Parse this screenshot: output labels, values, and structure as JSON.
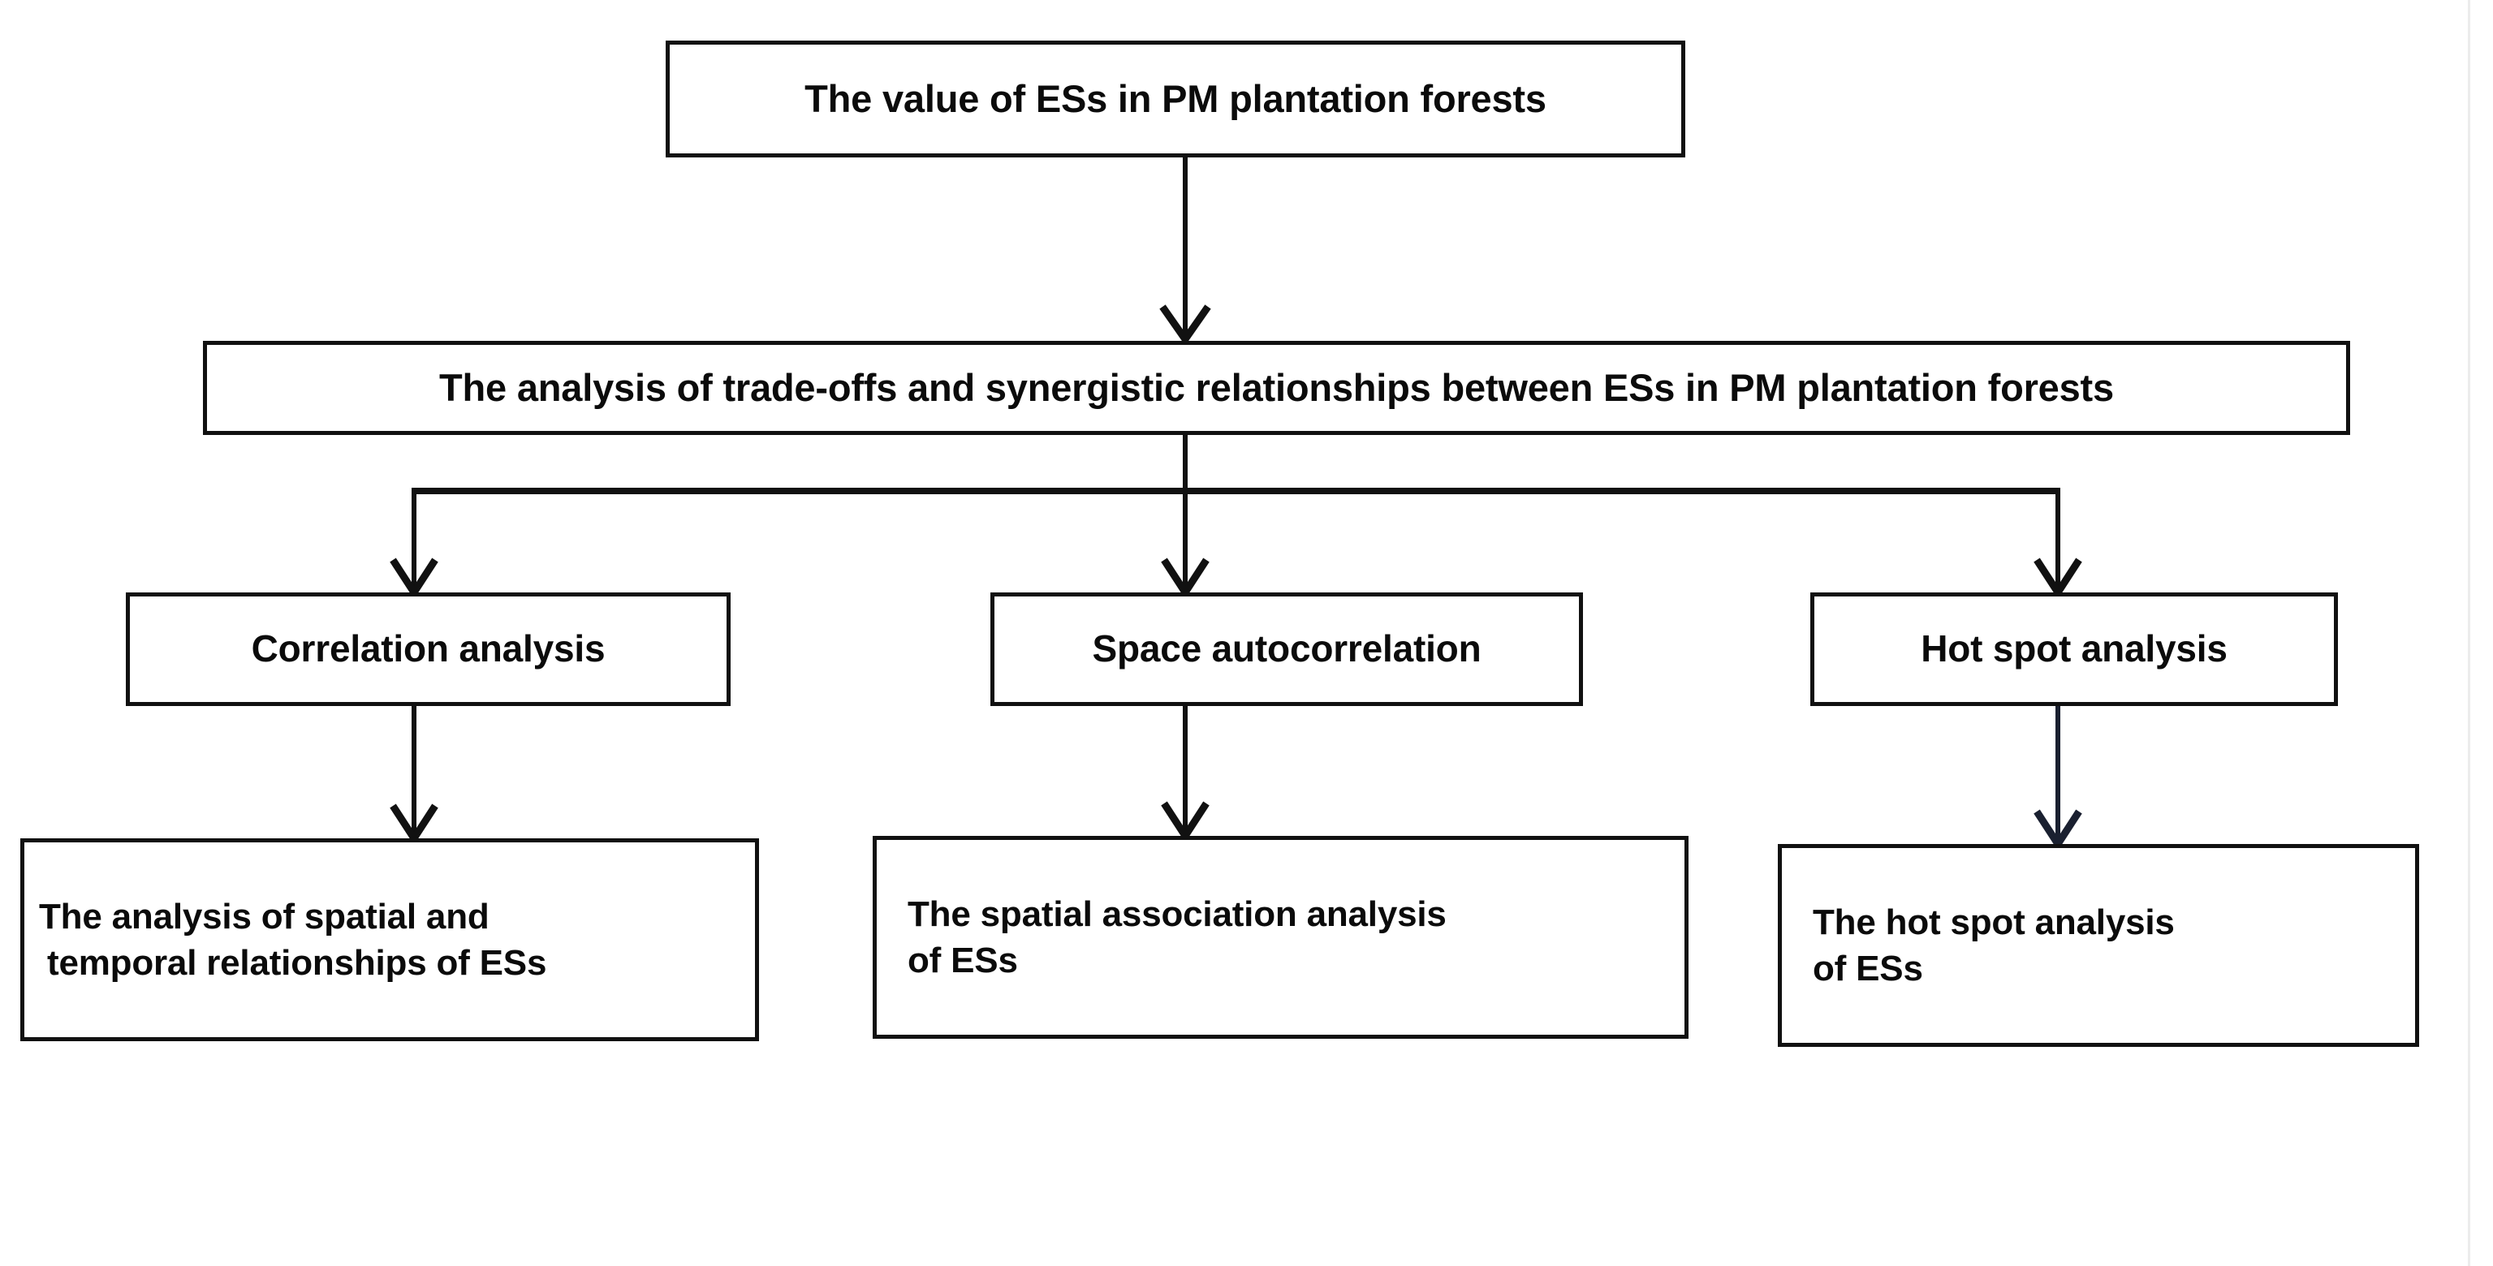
{
  "diagram": {
    "title_text": "The value of ESs in PM plantation forests",
    "type": "flowchart",
    "background_color": "#ffffff",
    "box_border_color": "#111111",
    "connector_color": "#111111",
    "connector_accent_color": "#1a2030",
    "text_color": "#0b0b0b",
    "levels": {
      "level1": {
        "node_root": {
          "text": "The value of ESs in PM plantation forests"
        }
      },
      "level2": {
        "node_analysis": {
          "text": "The analysis of trade-offs and synergistic relationships between ESs in PM plantation forests"
        }
      },
      "level3": {
        "node_correlation": {
          "text": "Correlation analysis"
        },
        "node_space_autocorrelation": {
          "text": "Space autocorrelation"
        },
        "node_hotspot": {
          "text": "Hot spot analysis"
        }
      },
      "level4": {
        "node_spatial_temporal": {
          "line1": "The analysis of spatial and",
          "line2": "temporal relationships of ESs"
        },
        "node_spatial_association": {
          "line1": "The spatial association analysis",
          "line2": "of ESs"
        },
        "node_hotspot_es": {
          "line1": "The hot spot analysis",
          "line2": "of ESs"
        }
      }
    },
    "connectors": [
      {
        "from": "node_root",
        "to": "node_analysis",
        "style": "straight-arrow"
      },
      {
        "from": "node_analysis",
        "to": "node_correlation",
        "style": "elbow-arrow"
      },
      {
        "from": "node_analysis",
        "to": "node_space_autocorrelation",
        "style": "straight-arrow"
      },
      {
        "from": "node_analysis",
        "to": "node_hotspot",
        "style": "elbow-arrow"
      },
      {
        "from": "node_correlation",
        "to": "node_spatial_temporal",
        "style": "straight-arrow"
      },
      {
        "from": "node_space_autocorrelation",
        "to": "node_spatial_association",
        "style": "straight-arrow"
      },
      {
        "from": "node_hotspot",
        "to": "node_hotspot_es",
        "style": "straight-arrow"
      }
    ]
  }
}
